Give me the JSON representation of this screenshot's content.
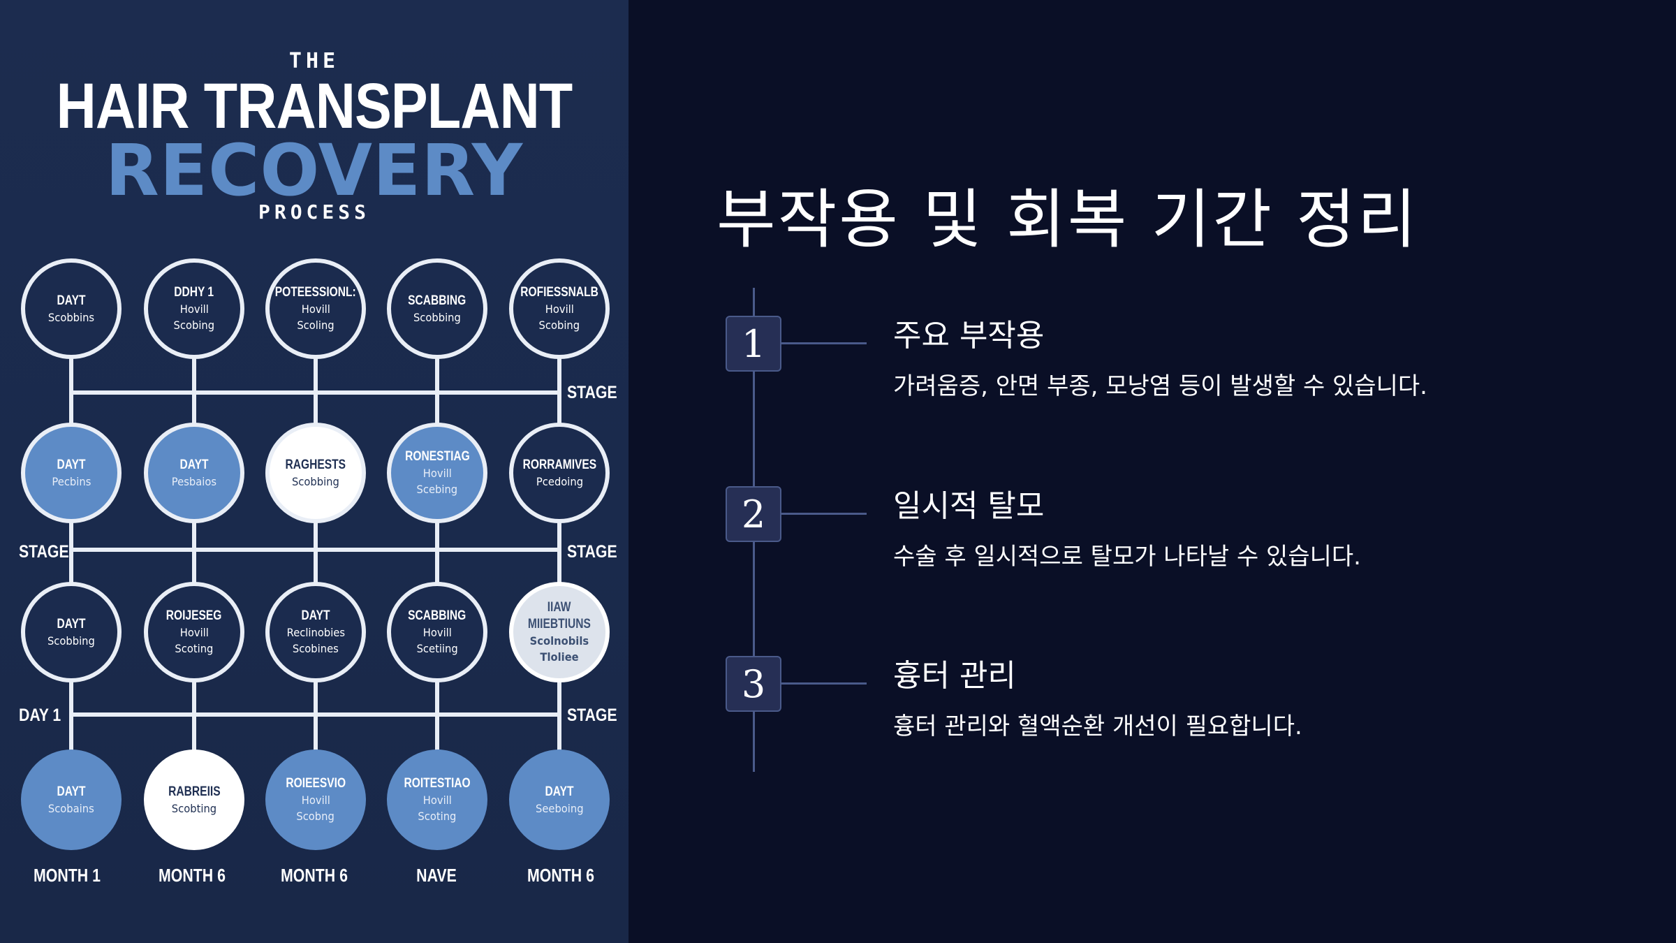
{
  "infographic": {
    "title_the": "THE",
    "title_main": "HAIR TRANSPLANT",
    "title_recovery": "RECOVERY",
    "title_process": "PROCESS",
    "stage_labels": [
      "STAGE",
      "STAGE",
      "STAGE",
      "DAY 1",
      "STAGE"
    ],
    "rows": [
      [
        {
          "l1": "DAYT",
          "l2": "Scobbins",
          "l3": ""
        },
        {
          "l1": "DDHY 1",
          "l2": "Hovill",
          "l3": "Scobing"
        },
        {
          "l1": "POTEESSIONL:",
          "l2": "Hovill",
          "l3": "Scoling"
        },
        {
          "l1": "SCABBING",
          "l2": "Scobbing",
          "l3": ""
        },
        {
          "l1": "ROFIESSNALB",
          "l2": "Hovill",
          "l3": "Scobing"
        }
      ],
      [
        {
          "l1": "DAYT",
          "l2": "Pecbins",
          "l3": ""
        },
        {
          "l1": "DAYT",
          "l2": "Pesbaios",
          "l3": ""
        },
        {
          "l1": "RAGHESTS",
          "l2": "Scobbing",
          "l3": ""
        },
        {
          "l1": "RONESTIAG",
          "l2": "Hovill",
          "l3": "Scebing"
        },
        {
          "l1": "RORRAMIVES",
          "l2": "Pcedoing",
          "l3": ""
        }
      ],
      [
        {
          "l1": "DAYT",
          "l2": "Scobbing",
          "l3": ""
        },
        {
          "l1": "ROIJESEG",
          "l2": "Hovill",
          "l3": "Scoting"
        },
        {
          "l1": "DAYT",
          "l2": "Reclinobies",
          "l3": "Scobines"
        },
        {
          "l1": "SCABBING",
          "l2": "Hovill",
          "l3": "Scetiing"
        },
        {
          "l1": "IIAW",
          "l2": "MIIEBTIUNS",
          "l3": "Scolnobils",
          "l4": "Tloliee"
        }
      ],
      [
        {
          "l1": "DAYT",
          "l2": "Scobains",
          "l3": ""
        },
        {
          "l1": "RABREIIS",
          "l2": "Scobting",
          "l3": ""
        },
        {
          "l1": "ROIEESVIO",
          "l2": "Hovill",
          "l3": "Scobng"
        },
        {
          "l1": "ROITESTIAO",
          "l2": "Hovill",
          "l3": "Scoting"
        },
        {
          "l1": "DAYT",
          "l2": "Seeboing",
          "l3": ""
        }
      ]
    ],
    "months": [
      "MONTH 1",
      "MONTH 6",
      "MONTH 6",
      "NAVE",
      "MONTH 6"
    ],
    "colors": {
      "panel": "#1c2c4f",
      "accent_blue": "#5d8bc6",
      "line": "#e9eef6"
    }
  },
  "slide": {
    "heading": "부작용 및 회복 기간 정리",
    "items": [
      {
        "number": "1",
        "title": "주요 부작용",
        "desc": "가려움증, 안면 부종, 모낭염 등이 발생할 수 있습니다."
      },
      {
        "number": "2",
        "title": "일시적 탈모",
        "desc": "수술 후 일시적으로 탈모가 나타날 수 있습니다."
      },
      {
        "number": "3",
        "title": "흉터 관리",
        "desc": "흉터 관리와 혈액순환 개선이 필요합니다."
      }
    ],
    "colors": {
      "background": "#0a0f26",
      "badge": "#262f55",
      "timeline": "#4a5a8a"
    }
  }
}
